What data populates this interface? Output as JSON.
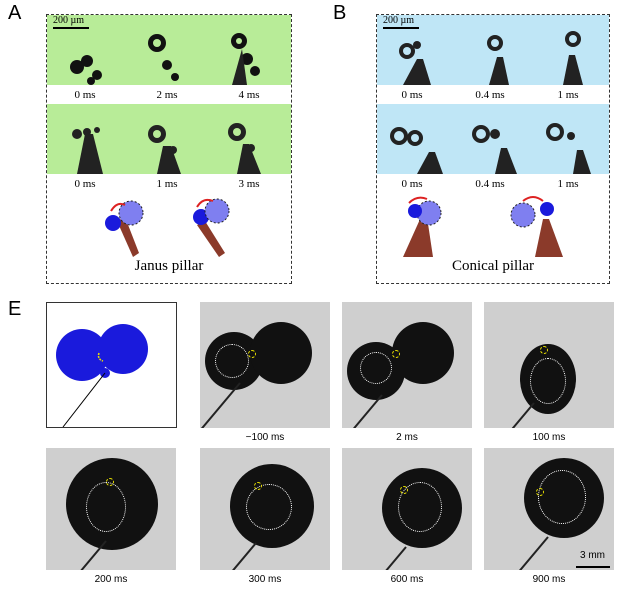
{
  "panels": {
    "A": {
      "letter": "A",
      "scale_label": "200 µm",
      "row1_times": [
        "0 ms",
        "2 ms",
        "4 ms"
      ],
      "row2_times": [
        "0 ms",
        "1 ms",
        "3 ms"
      ],
      "caption": "Janus pillar"
    },
    "B": {
      "letter": "B",
      "scale_label": "200 µm",
      "row1_times": [
        "0 ms",
        "0.4 ms",
        "1 ms"
      ],
      "row2_times": [
        "0 ms",
        "0.4 ms",
        "1 ms"
      ],
      "caption": "Conical pillar"
    },
    "E": {
      "letter": "E",
      "row1_times": [
        "−100 ms",
        "2 ms",
        "100 ms"
      ],
      "row2_times": [
        "200 ms",
        "300 ms",
        "600 ms",
        "900 ms"
      ],
      "scale_label": "3 mm"
    }
  },
  "colors": {
    "green_bg": "#b8ec98",
    "blue_bg": "#bfe6f6",
    "droplet_blue": "#1a1adc",
    "pillar_brown": "#8b3a2a",
    "arrow_red": "#dd2222",
    "marker_yellow": "#e8e000"
  }
}
